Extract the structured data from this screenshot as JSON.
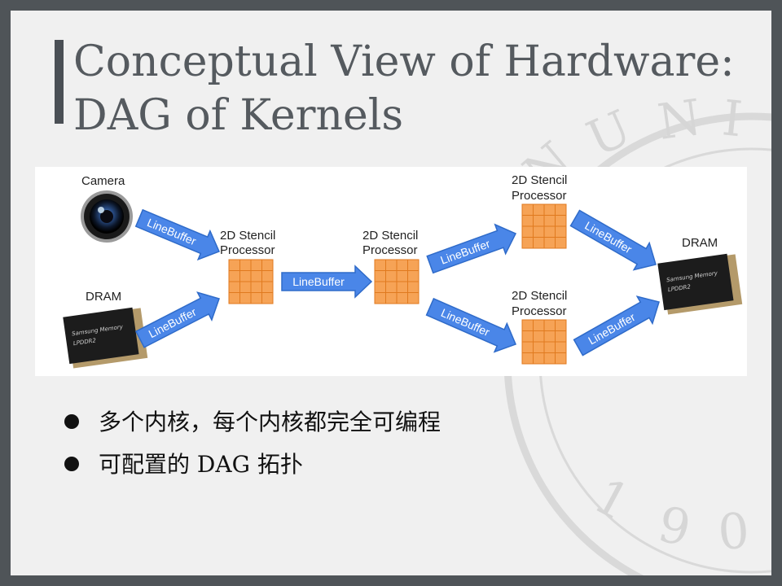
{
  "slide": {
    "title": "Conceptual View of Hardware: DAG of Kernels",
    "colors": {
      "frame": "#4f5458",
      "background": "#f0f0f0",
      "arrow_fill": "#4a86e8",
      "stencil_fill": "#f6a356"
    }
  },
  "seal": {
    "letters": [
      "N",
      "U",
      "N",
      "I"
    ],
    "year_digits": [
      "1",
      "9",
      "0"
    ]
  },
  "diagram": {
    "camera_label": "Camera",
    "dram_source_label": "DRAM",
    "dram_sink_label": "DRAM",
    "chip_text_line1": "Samsung Memory",
    "chip_text_line2": "LPDDR2",
    "stencil_line1": "2D Stencil",
    "stencil_line2": "Processor",
    "line_buffer_label": "LineBuffer"
  },
  "bullets": [
    "多个内核，每个内核都完全可编程",
    "可配置的 DAG 拓扑"
  ]
}
